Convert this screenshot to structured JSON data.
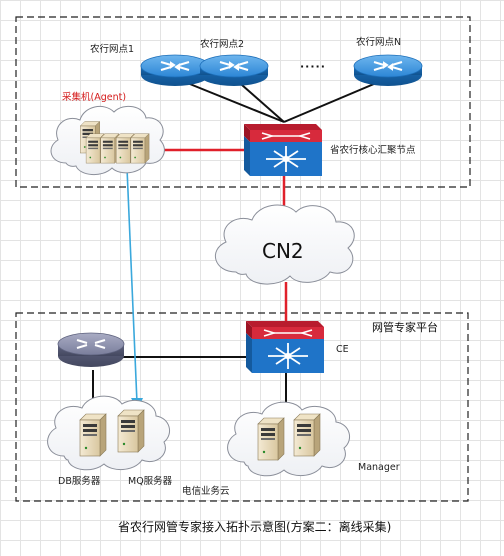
{
  "top_zone": {
    "nodes": [
      {
        "label": "农行网点1"
      },
      {
        "label": "农行网点2"
      },
      {
        "label": "农行网点N"
      }
    ],
    "dots": "·····",
    "collector_label": "采集机(Agent)",
    "core_switch_label": "省农行核心汇聚节点"
  },
  "cloud_label": "CN2",
  "bottom_zone": {
    "title": "网管专家平台",
    "ce_label": "CE",
    "db_label": "DB服务器",
    "mq_label": "MQ服务器",
    "manager_label": "Manager",
    "telecom_cloud_label": "电信业务云"
  },
  "caption": "省农行网管专家接入拓扑示意图(方案二：离线采集)",
  "colors": {
    "link_red": "#e0202a",
    "link_black": "#111111",
    "link_blue": "#3aa8dc",
    "router_blue": "#2c86d6",
    "switch_blue": "#1f74c8",
    "switch_red": "#d72a3c"
  }
}
